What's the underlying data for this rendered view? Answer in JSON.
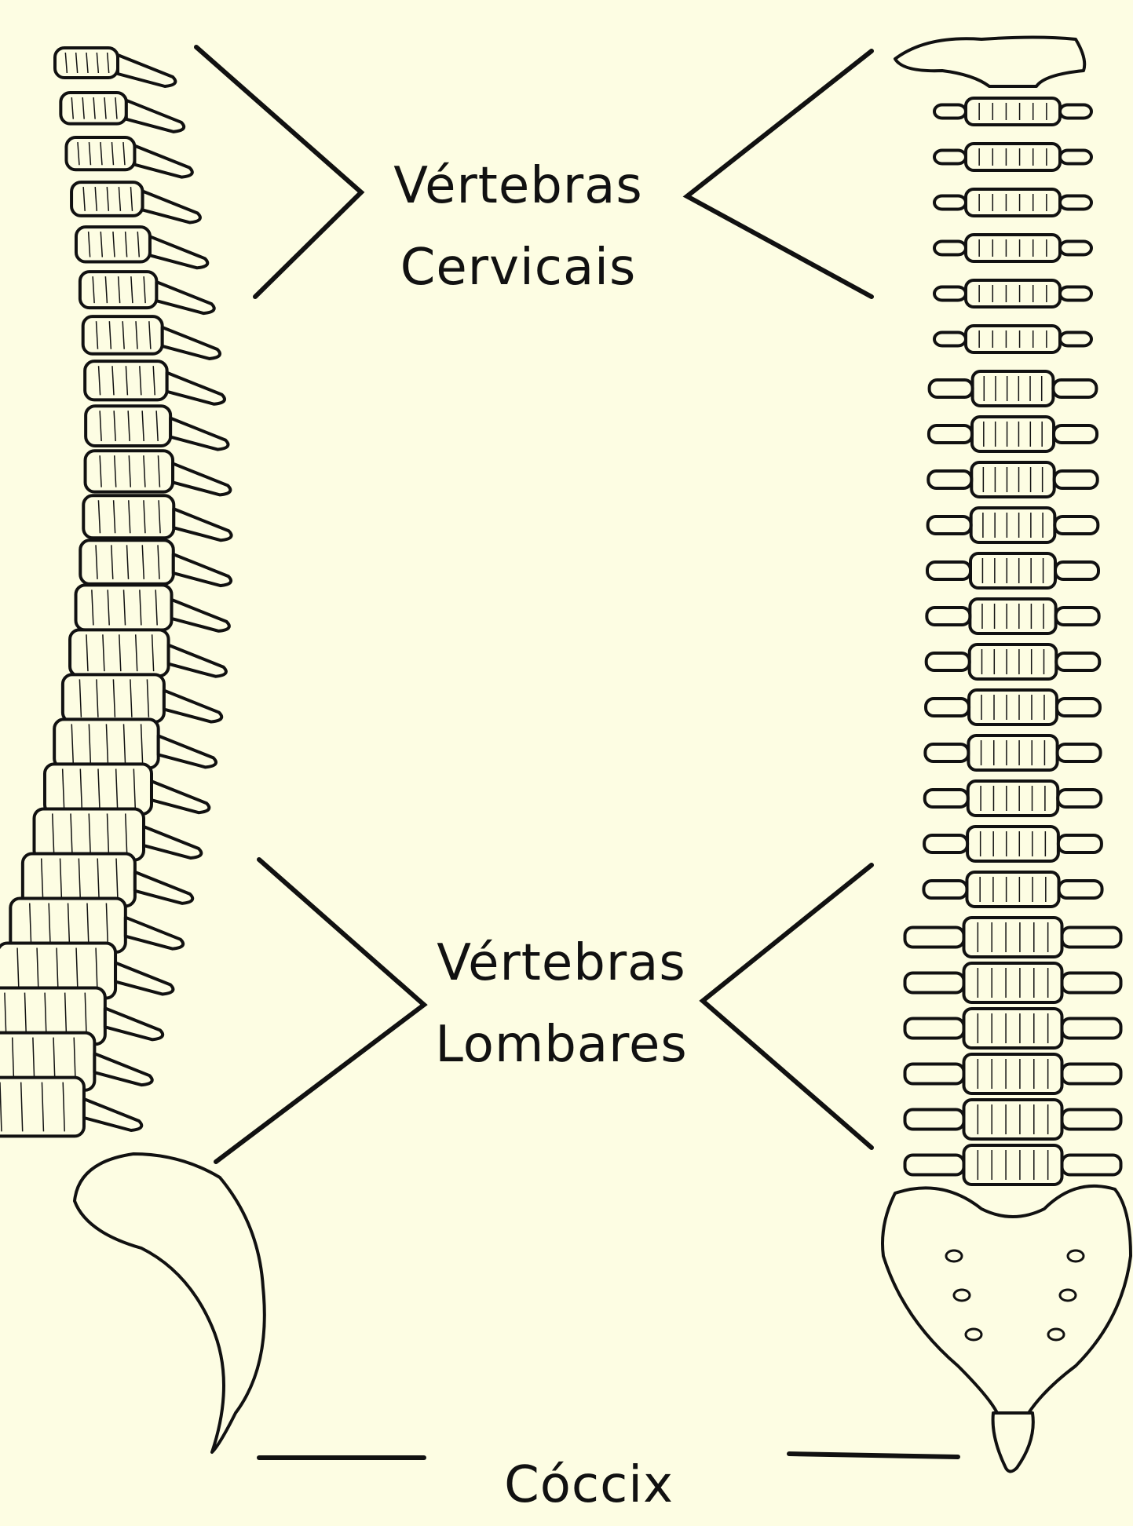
{
  "labels": {
    "cervical": {
      "line1": "Vértebras",
      "line2": "Cervicais"
    },
    "lumbar": {
      "line1": "Vértebras",
      "line2": "Lombares"
    },
    "coccyx": {
      "line1": "Cóccix"
    }
  },
  "colors": {
    "background": "#fdfde3",
    "bone": "#fdfde3",
    "ink": "#111111"
  }
}
